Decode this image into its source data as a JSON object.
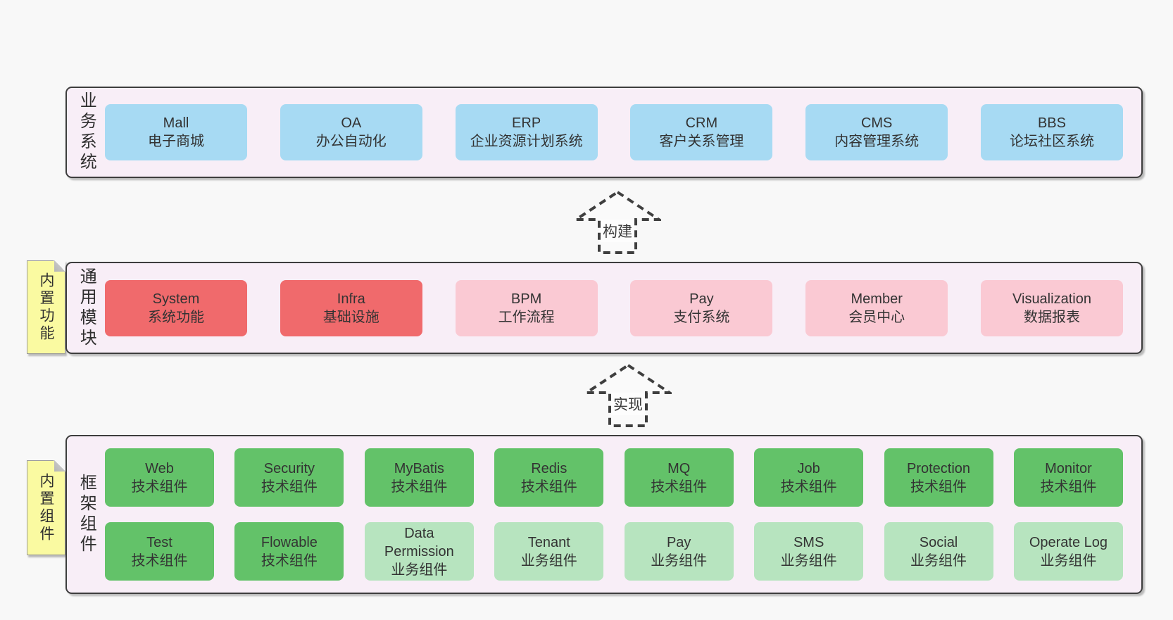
{
  "colors": {
    "page_bg": "#f8f8f8",
    "band_bg": "#f8eef7",
    "border": "#3d3d3d",
    "blue": "#a7daf3",
    "red": "#f06a6c",
    "pink": "#fac9d3",
    "green": "#63c269",
    "green_light": "#b7e4bf",
    "sticky": "#fafaa1"
  },
  "bands": [
    {
      "id": "business-systems",
      "label": "业务系统",
      "sticky": null,
      "boxes": [
        {
          "name": "Mall",
          "subtitle": "电子商城",
          "variant": "blue"
        },
        {
          "name": "OA",
          "subtitle": "办公自动化",
          "variant": "blue"
        },
        {
          "name": "ERP",
          "subtitle": "企业资源计划系统",
          "variant": "blue"
        },
        {
          "name": "CRM",
          "subtitle": "客户关系管理",
          "variant": "blue"
        },
        {
          "name": "CMS",
          "subtitle": "内容管理系统",
          "variant": "blue"
        },
        {
          "name": "BBS",
          "subtitle": "论坛社区系统",
          "variant": "blue"
        }
      ]
    },
    {
      "id": "common-modules",
      "label": "通用模块",
      "sticky": "内置功能",
      "boxes": [
        {
          "name": "System",
          "subtitle": "系统功能",
          "variant": "red"
        },
        {
          "name": "Infra",
          "subtitle": "基础设施",
          "variant": "red"
        },
        {
          "name": "BPM",
          "subtitle": "工作流程",
          "variant": "pink"
        },
        {
          "name": "Pay",
          "subtitle": "支付系统",
          "variant": "pink"
        },
        {
          "name": "Member",
          "subtitle": "会员中心",
          "variant": "pink"
        },
        {
          "name": "Visualization",
          "subtitle": "数据报表",
          "variant": "pink"
        }
      ]
    },
    {
      "id": "framework-components",
      "label": "框架组件",
      "sticky": "内置组件",
      "rows": [
        [
          {
            "name": "Web",
            "subtitle": "技术组件",
            "variant": "green"
          },
          {
            "name": "Security",
            "subtitle": "技术组件",
            "variant": "green"
          },
          {
            "name": "MyBatis",
            "subtitle": "技术组件",
            "variant": "green"
          },
          {
            "name": "Redis",
            "subtitle": "技术组件",
            "variant": "green"
          },
          {
            "name": "MQ",
            "subtitle": "技术组件",
            "variant": "green"
          },
          {
            "name": "Job",
            "subtitle": "技术组件",
            "variant": "green"
          },
          {
            "name": "Protection",
            "subtitle": "技术组件",
            "variant": "green"
          },
          {
            "name": "Monitor",
            "subtitle": "技术组件",
            "variant": "green"
          }
        ],
        [
          {
            "name": "Test",
            "subtitle": "技术组件",
            "variant": "green"
          },
          {
            "name": "Flowable",
            "subtitle": "技术组件",
            "variant": "green"
          },
          {
            "name": "Data Permission",
            "subtitle": "业务组件",
            "variant": "green-light"
          },
          {
            "name": "Tenant",
            "subtitle": "业务组件",
            "variant": "green-light"
          },
          {
            "name": "Pay",
            "subtitle": "业务组件",
            "variant": "green-light"
          },
          {
            "name": "SMS",
            "subtitle": "业务组件",
            "variant": "green-light"
          },
          {
            "name": "Social",
            "subtitle": "业务组件",
            "variant": "green-light"
          },
          {
            "name": "Operate Log",
            "subtitle": "业务组件",
            "variant": "green-light"
          }
        ]
      ]
    }
  ],
  "arrows": [
    {
      "label": "构建"
    },
    {
      "label": "实现"
    }
  ]
}
